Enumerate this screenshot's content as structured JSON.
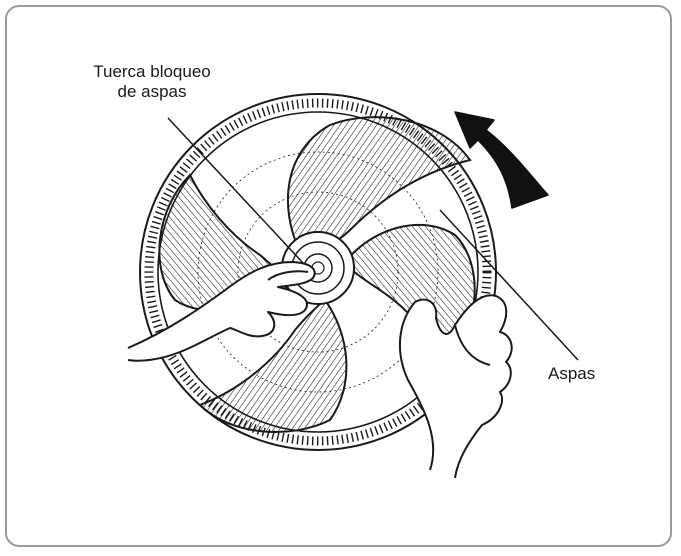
{
  "labels": {
    "nut_line1": "Tuerca bloqueo",
    "nut_line2": "de aspas",
    "blades": "Aspas"
  },
  "colors": {
    "frame_border": "#9a9a9a",
    "line": "#1a1a1a",
    "background": "#ffffff"
  },
  "icons": {
    "rotation": "curved-rotation-arrow-icon"
  }
}
